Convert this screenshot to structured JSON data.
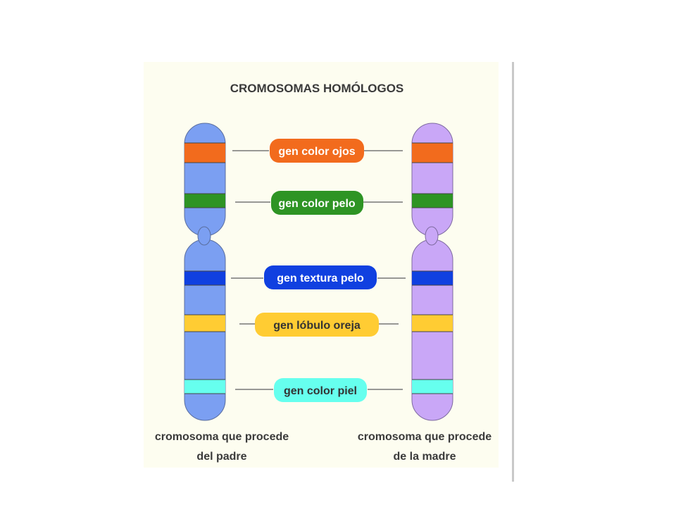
{
  "title": "CROMOSOMAS HOMÓLOGOS",
  "chromosomes": {
    "father": {
      "body_color": "#7b9ff2",
      "caption_line1": "cromosoma que procede",
      "caption_line2": "del padre"
    },
    "mother": {
      "body_color": "#c9a7f7",
      "caption_line1": "cromosoma que procede",
      "caption_line2": "de la madre"
    }
  },
  "genes": [
    {
      "label": "gen color ojos",
      "color": "#f26b1d",
      "text_color": "#ffffff"
    },
    {
      "label": "gen color pelo",
      "color": "#2e9424",
      "text_color": "#ffffff"
    },
    {
      "label": "gen textura pelo",
      "color": "#1040e0",
      "text_color": "#ffffff"
    },
    {
      "label": "gen lóbulo oreja",
      "color": "#ffcc33",
      "text_color": "#333333"
    },
    {
      "label": "gen color piel",
      "color": "#66ffee",
      "text_color": "#333333"
    }
  ]
}
